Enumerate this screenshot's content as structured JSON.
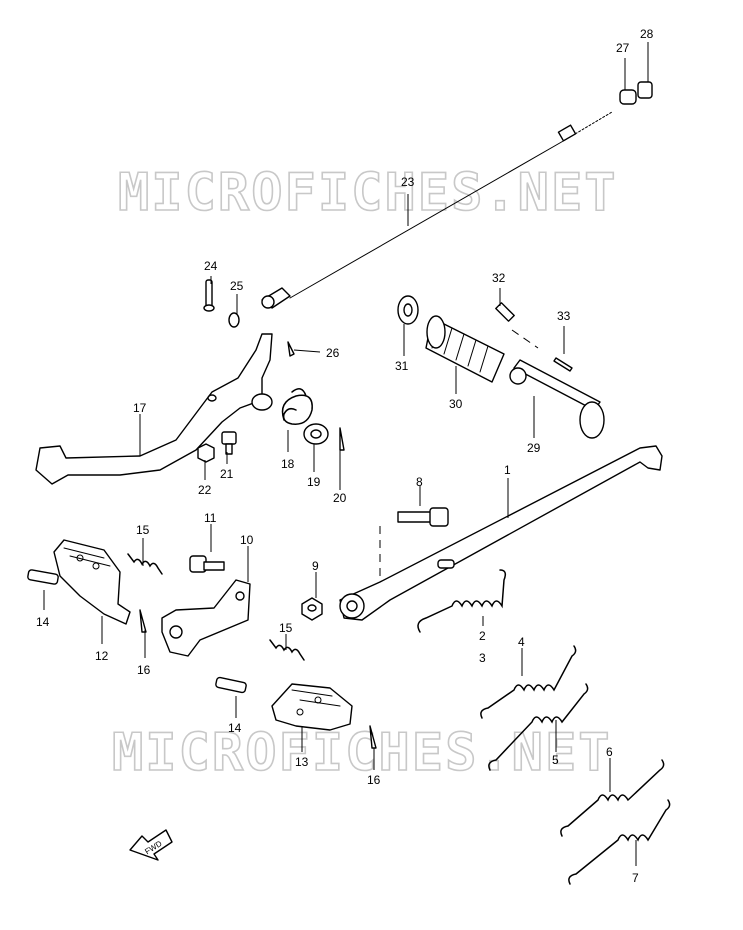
{
  "watermark": "MICROFICHES.NET",
  "fwd_label": "FWD",
  "callouts": {
    "p1": "1",
    "p2": "2",
    "p3": "3",
    "p4": "4",
    "p5": "5",
    "p6": "6",
    "p7": "7",
    "p8": "8",
    "p9": "9",
    "p10": "10",
    "p11": "11",
    "p12": "12",
    "p13": "13",
    "p14a": "14",
    "p14b": "14",
    "p15a": "15",
    "p15b": "15",
    "p16a": "16",
    "p16b": "16",
    "p17": "17",
    "p18": "18",
    "p19": "19",
    "p20": "20",
    "p21": "21",
    "p22": "22",
    "p23": "23",
    "p24": "24",
    "p25": "25",
    "p26": "26",
    "p27": "27",
    "p28": "28",
    "p29": "29",
    "p30": "30",
    "p31": "31",
    "p32": "32",
    "p33": "33"
  },
  "colors": {
    "line": "#000000",
    "background": "#ffffff",
    "watermark": "#c8c8c8"
  }
}
